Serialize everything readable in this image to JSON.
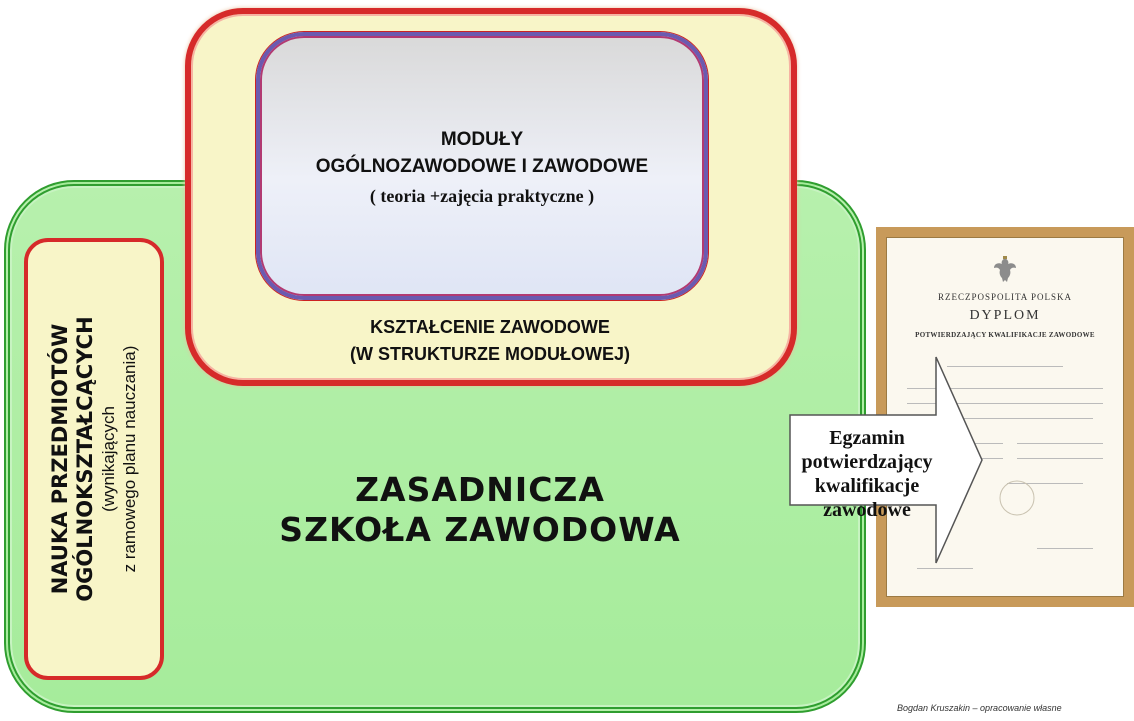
{
  "modules": {
    "title_line1": "MODUŁY",
    "title_line2": "OGÓLNOZAWODOWE I ZAWODOWE",
    "subtitle": "( teoria +zajęcia praktyczne )"
  },
  "vocational": {
    "line1": "KSZTAŁCENIE ZAWODOWE",
    "line2": "(W STRUKTURZE MODUŁOWEJ)"
  },
  "general": {
    "line1": "NAUKA PRZEDMIOTÓW",
    "line2": "OGÓLNOKSZTAŁCĄCYCH",
    "line3": "(wynikających",
    "line4": "z ramowego planu nauczania)"
  },
  "school": {
    "line1": "ZASADNICZA",
    "line2": "SZKOŁA ZAWODOWA"
  },
  "exam": {
    "line1": "Egzamin",
    "line2": "potwierdzający",
    "line3": "kwalifikacje",
    "line4": "zawodowe"
  },
  "diploma": {
    "country": "RZECZPOSPOLITA POLSKA",
    "title": "DYPLOM",
    "subtitle": "POTWIERDZAJĄCY KWALIFIKACJE ZAWODOWE"
  },
  "credit": "Bogdan  Kruszakin  – opracowanie  własne",
  "colors": {
    "green_fill": "#a6ec9b",
    "green_border": "#2f9e2f",
    "yellow_fill": "#f8f5c8",
    "red_border": "#d62a2a",
    "modules_border": "#6b5ab0",
    "diploma_frame": "#c89a5a"
  }
}
